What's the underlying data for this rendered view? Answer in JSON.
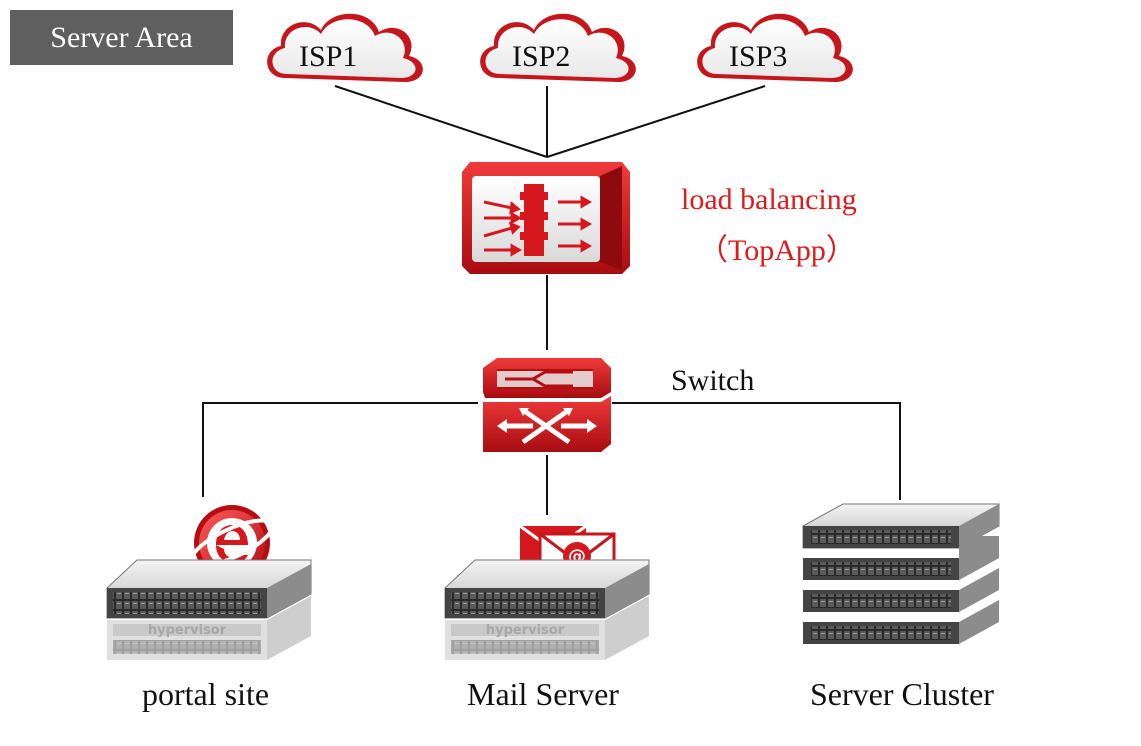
{
  "area_label": "Server Area",
  "isps": [
    {
      "label": "ISP1"
    },
    {
      "label": "ISP2"
    },
    {
      "label": "ISP3"
    }
  ],
  "load_balancer": {
    "line1": "load balancing",
    "line2": "（TopApp）"
  },
  "switch_label": "Switch",
  "servers": [
    {
      "label": "portal site",
      "icon": "browser-e-icon",
      "stack_text": "hypervisor"
    },
    {
      "label": "Mail Server",
      "icon": "mail-at-icon",
      "stack_text": "hypervisor"
    },
    {
      "label": "Server Cluster",
      "icon": "server-rack-icon"
    }
  ],
  "colors": {
    "accent_red": "#d9141b",
    "badge_gray": "#5f5f5f",
    "line": "#111111"
  }
}
